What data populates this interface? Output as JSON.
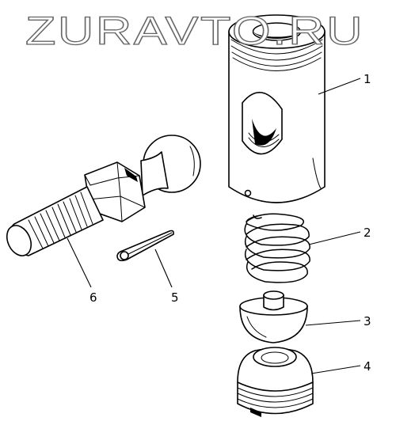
{
  "watermark": "ZURAVTO.RU",
  "callouts": [
    {
      "id": "1",
      "label": "1"
    },
    {
      "id": "2",
      "label": "2"
    },
    {
      "id": "3",
      "label": "3"
    },
    {
      "id": "4",
      "label": "4"
    },
    {
      "id": "5",
      "label": "5"
    },
    {
      "id": "6",
      "label": "6"
    }
  ]
}
